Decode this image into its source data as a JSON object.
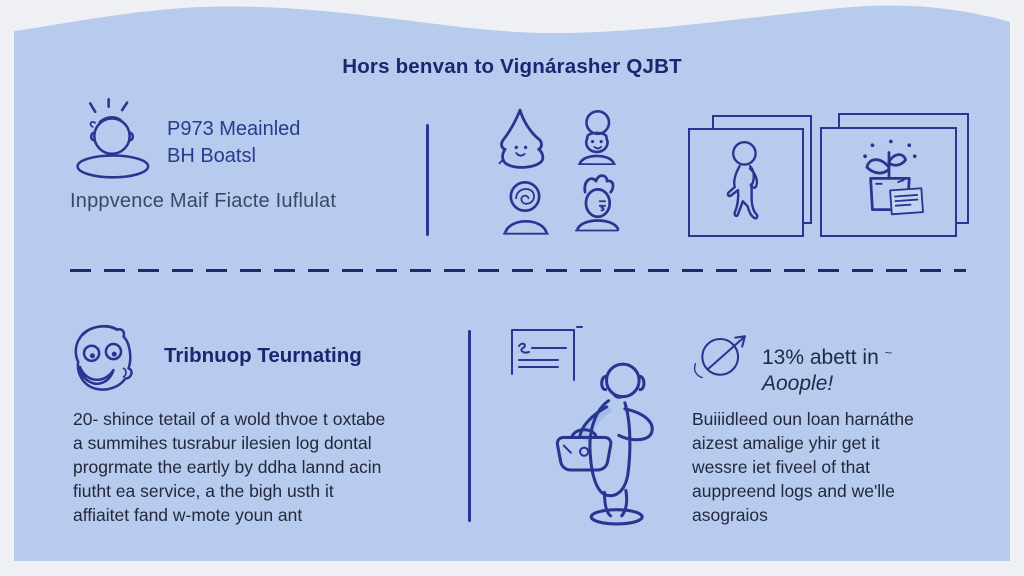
{
  "colors": {
    "outer_background": "#eff0f4",
    "panel_background": "#b7cbee",
    "ink_navy": "#2b3490",
    "heading_navy": "#1c2670",
    "body_text": "#23283a"
  },
  "header": {
    "title": "Hors benvan to Vignárasher QJBT"
  },
  "top_left": {
    "icon": "person-idea-icon",
    "heading1": "P973 Meainled",
    "heading2": "BH Boatsl",
    "subtext": "Inppvence Maif Fiacte Iuflulat"
  },
  "top_middle": {
    "icons": [
      "gnome-avatar-icon",
      "afro-avatar-icon",
      "swirl-hair-avatar-icon",
      "spiky-hair-avatar-icon"
    ]
  },
  "top_right": {
    "icons": [
      "walking-person-icon",
      "sprout-box-icon"
    ]
  },
  "bottom_left": {
    "icon": "happy-face-icon",
    "heading": "Tribnuop Teurnating",
    "lines": [
      "20- shince tetail of a wold thvoe t oxtabe",
      "a summihes tusrabur ilesien log dontal",
      "progrmate the eartly by ddha lannd acin",
      "fiutht ea service, a the bigh usth it",
      "affiaitet fand w-mote youn ant"
    ]
  },
  "bottom_middle": {
    "icons": [
      "note-document-icon",
      "person-with-bag-icon"
    ]
  },
  "bottom_right": {
    "icon": "growth-arrow-icon",
    "heading1": "13% abett in",
    "heading_mark": "~",
    "heading2": "Aoople!",
    "lines": [
      "Buiiidleed oun loan harnáthe",
      "aizest amalige yhir get it",
      "wessre iet fiveel of that",
      "auppreend logs and we'lle",
      "asograios"
    ]
  }
}
